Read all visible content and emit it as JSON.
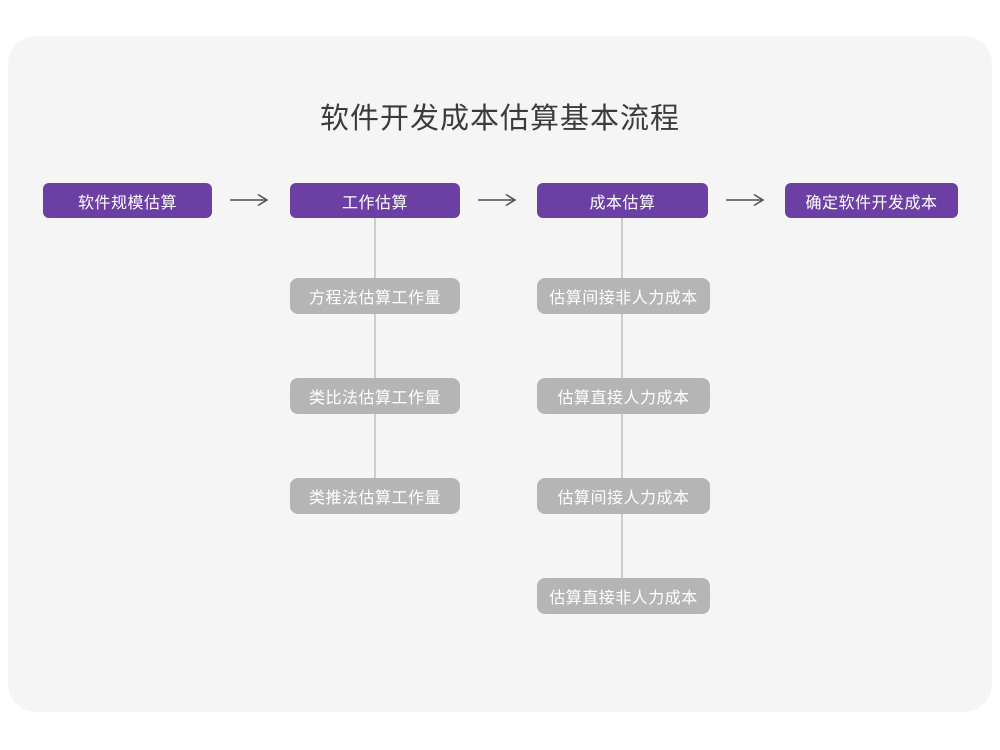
{
  "title": "软件开发成本估算基本流程",
  "colors": {
    "page_bg": "#ffffff",
    "card_bg": "#f5f5f6",
    "stage_box": "#6b3fa3",
    "substep_box": "#b5b5b5",
    "arrow": "#4f4f4f",
    "connector": "#cdcdcd",
    "title_text": "#3b3b3b",
    "box_text": "#ffffff"
  },
  "flow": {
    "stages": [
      {
        "label": "软件规模估算",
        "substeps": []
      },
      {
        "label": "工作估算",
        "substeps": [
          "方程法估算工作量",
          "类比法估算工作量",
          "类推法估算工作量"
        ]
      },
      {
        "label": "成本估算",
        "substeps": [
          "估算间接非人力成本",
          "估算直接人力成本",
          "估算间接人力成本",
          "估算直接非人力成本"
        ]
      },
      {
        "label": "确定软件开发成本",
        "substeps": []
      }
    ]
  }
}
